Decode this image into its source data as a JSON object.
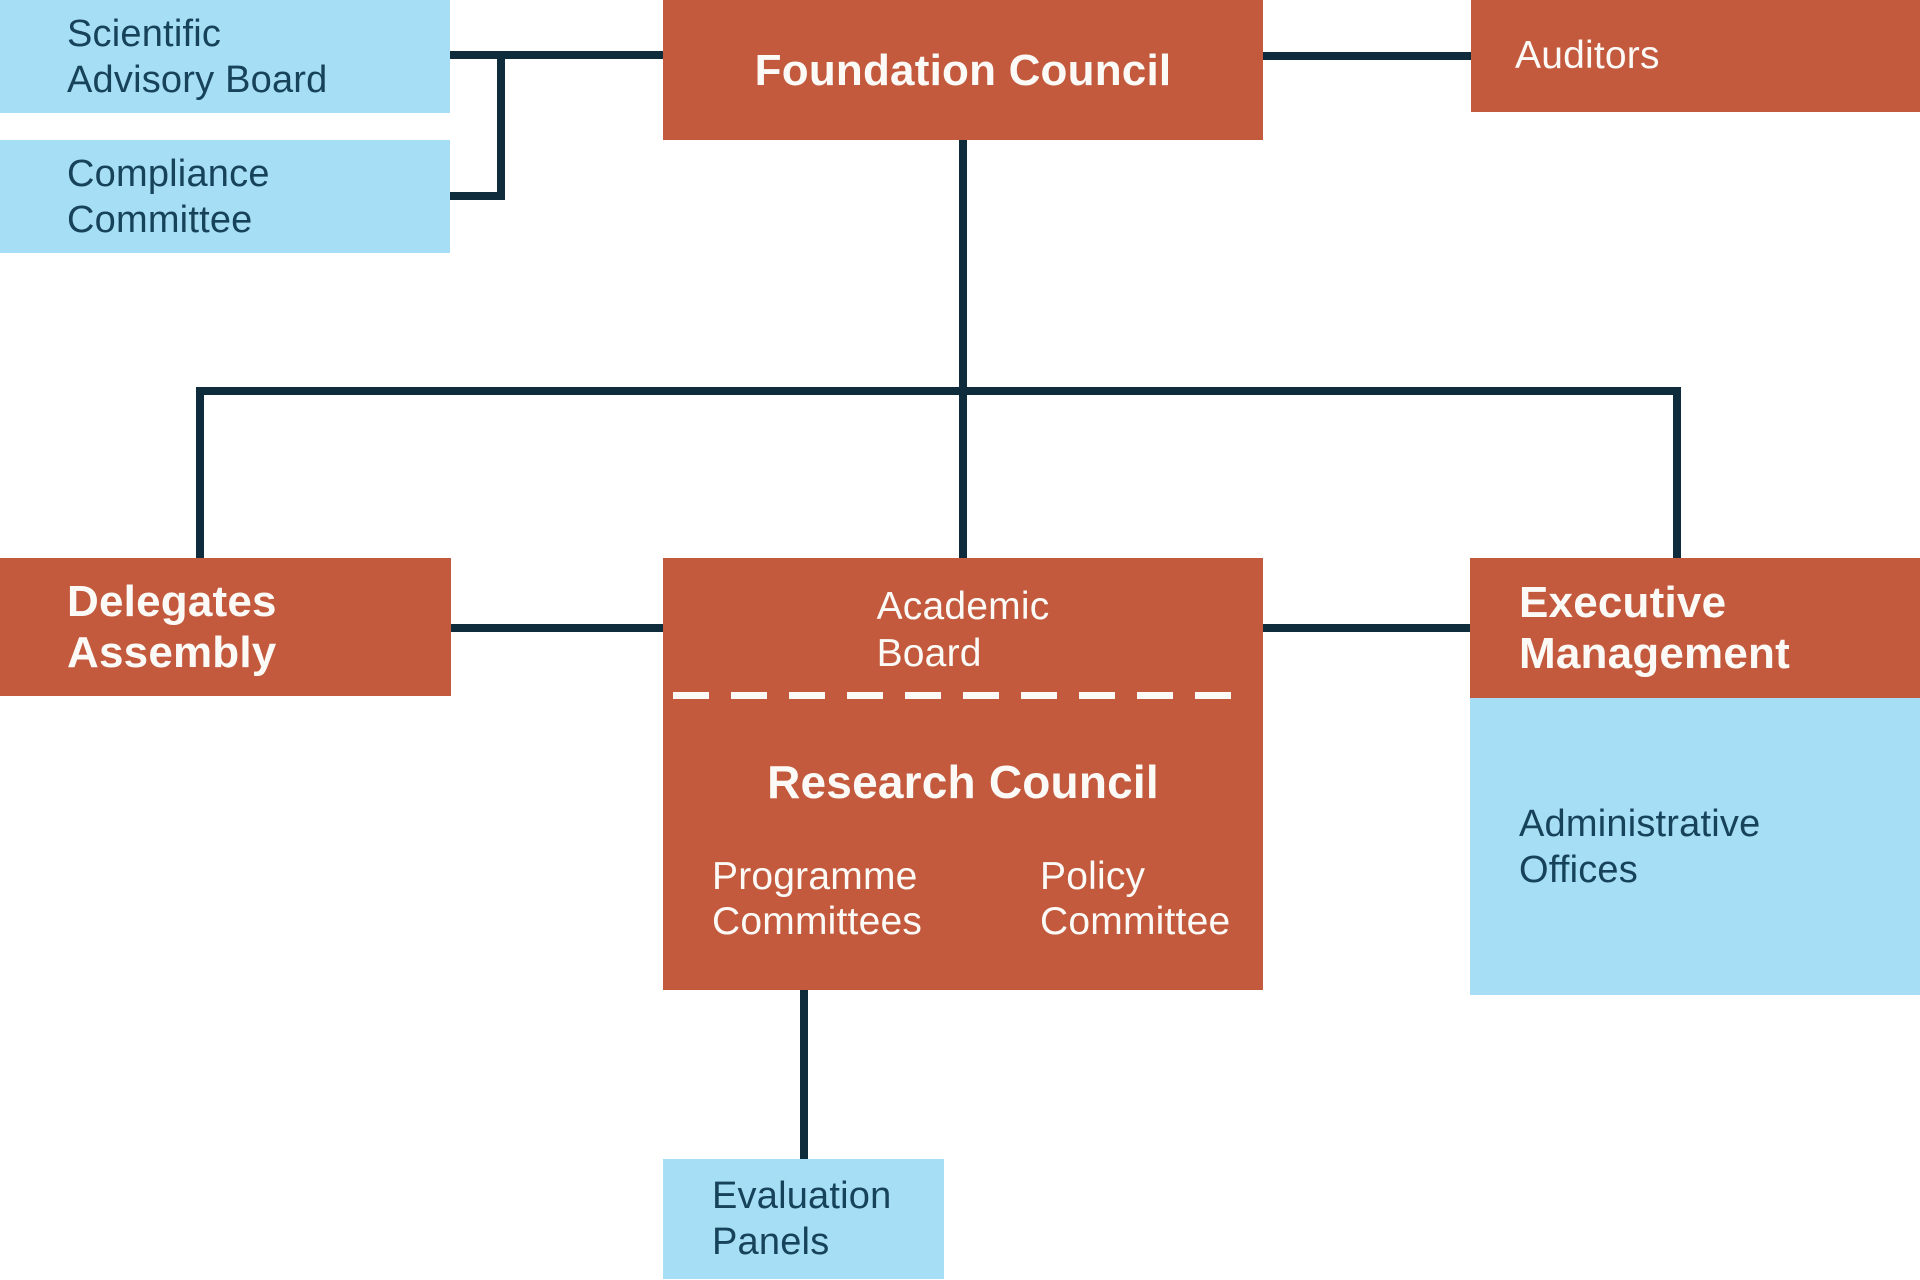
{
  "colors": {
    "box_red": "#C35A3D",
    "box_blue": "#A6DEF5",
    "connector": "#0F2C3D",
    "text_dark": "#16425A",
    "text_light": "#FCFAF7"
  },
  "nodes": {
    "scientific_advisory_board": {
      "label": "Scientific\nAdvisory Board"
    },
    "compliance_committee": {
      "label": "Compliance\nCommittee"
    },
    "foundation_council": {
      "label": "Foundation Council"
    },
    "auditors": {
      "label": "Auditors"
    },
    "delegates_assembly": {
      "label": "Delegates\nAssembly"
    },
    "academic_board": {
      "label": "Academic\nBoard"
    },
    "research_council": {
      "label": "Research Council"
    },
    "programme_committees": {
      "label": "Programme\nCommittees"
    },
    "policy_committee": {
      "label": "Policy\nCommittee"
    },
    "executive_management": {
      "label": "Executive\nManagement"
    },
    "administrative_offices": {
      "label": "Administrative\nOffices"
    },
    "evaluation_panels": {
      "label": "Evaluation\nPanels"
    }
  }
}
